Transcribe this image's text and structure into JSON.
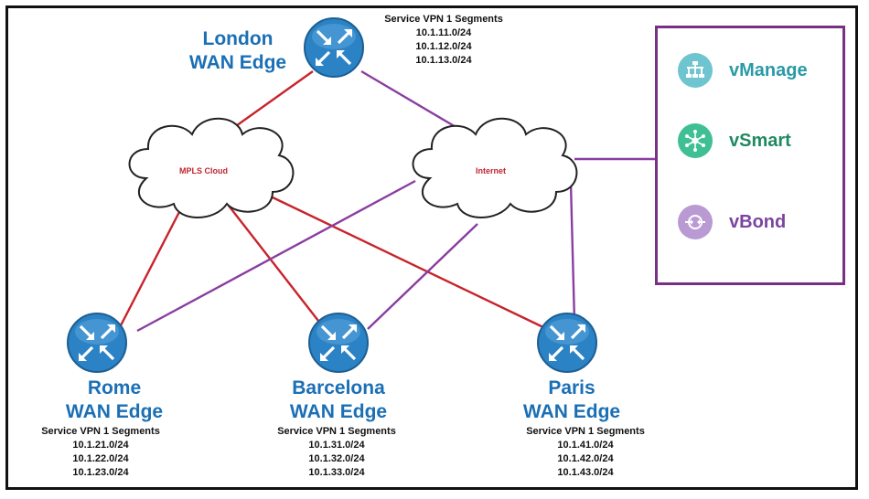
{
  "sites": [
    {
      "id": "london",
      "name_line1": "London",
      "name_line2": "WAN Edge",
      "segments_title": "Service VPN 1 Segments",
      "segments": [
        "10.1.11.0/24",
        "10.1.12.0/24",
        "10.1.13.0/24"
      ]
    },
    {
      "id": "rome",
      "name_line1": "Rome",
      "name_line2": "WAN Edge",
      "segments_title": "Service VPN 1 Segments",
      "segments": [
        "10.1.21.0/24",
        "10.1.22.0/24",
        "10.1.23.0/24"
      ]
    },
    {
      "id": "barcelona",
      "name_line1": "Barcelona",
      "name_line2": "WAN Edge",
      "segments_title": "Service VPN 1 Segments",
      "segments": [
        "10.1.31.0/24",
        "10.1.32.0/24",
        "10.1.33.0/24"
      ]
    },
    {
      "id": "paris",
      "name_line1": "Paris",
      "name_line2": "WAN Edge",
      "segments_title": "Service VPN 1 Segments",
      "segments": [
        "10.1.41.0/24",
        "10.1.42.0/24",
        "10.1.43.0/24"
      ]
    }
  ],
  "clouds": {
    "mpls": {
      "label": "MPLS Cloud",
      "link_color": "#c8232b"
    },
    "internet": {
      "label": "Internet",
      "link_color": "#8a3ea0"
    }
  },
  "controllers": [
    {
      "label": "vManage",
      "icon": "vmanage-icon",
      "icon_color": "#6ec4cf",
      "label_color": "#2a9aa6"
    },
    {
      "label": "vSmart",
      "icon": "vsmart-icon",
      "icon_color": "#3fbf94",
      "label_color": "#1f8a62"
    },
    {
      "label": "vBond",
      "icon": "vbond-icon",
      "icon_color": "#b99ad2",
      "label_color": "#7a45a0"
    }
  ],
  "colors": {
    "router_fill": "#2b82c4",
    "router_stroke": "#1d5f93",
    "site_name": "#1a6fb5",
    "controller_box": "#7a2f86"
  }
}
